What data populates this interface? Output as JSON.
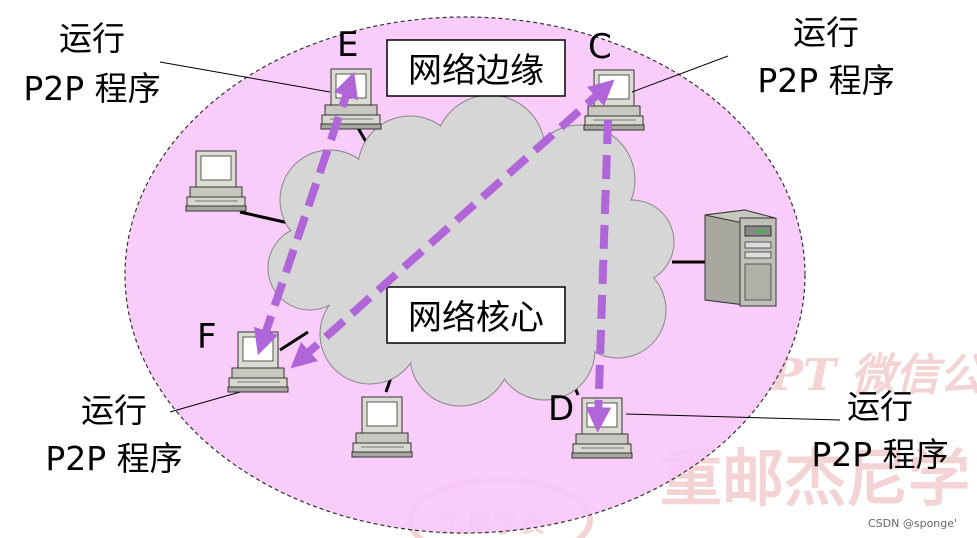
{
  "diagram": {
    "edge_label": "网络边缘",
    "core_label": "网络核心",
    "nodes": {
      "E": {
        "letter": "E",
        "line1": "运行",
        "line2": "P2P 程序"
      },
      "C": {
        "letter": "C",
        "line1": "运行",
        "line2": "P2P 程序"
      },
      "F": {
        "letter": "F",
        "line1": "运行",
        "line2": "P2P 程序"
      },
      "D": {
        "letter": "D",
        "line1": "运行",
        "line2": "P2P 程序"
      }
    },
    "watermark": {
      "line1": "PT 微信公",
      "line2": "重邮杰尼学",
      "seal": "杰尼学长"
    },
    "credit": "CSDN @sponge'"
  },
  "colors": {
    "ellipse_fill": "#f8c8f8",
    "cloud_fill": "#d6d6d6",
    "arrow": "#b066d8",
    "watermark": "#f0c8c8"
  }
}
